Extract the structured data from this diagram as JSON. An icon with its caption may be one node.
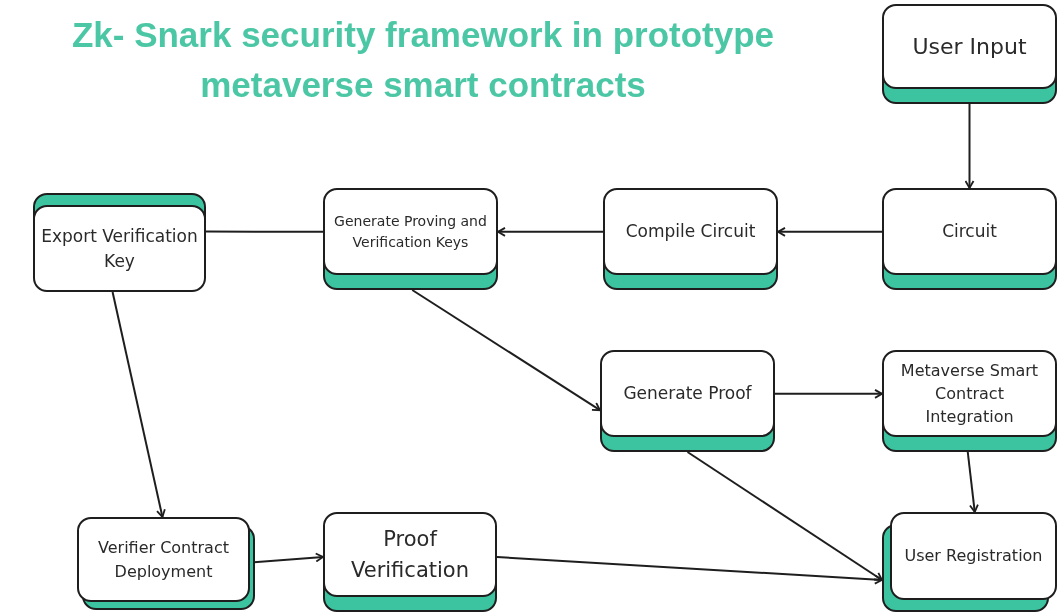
{
  "diagram": {
    "title": "Zk- Snark security framework in prototype metaverse smart contracts",
    "nodes": [
      {
        "text": [
          "User Input"
        ]
      },
      {
        "text": [
          "Export Verification Key"
        ]
      },
      {
        "text": [
          "Generate Proving and Verification Keys"
        ]
      },
      {
        "text": [
          "Compile Circuit"
        ]
      },
      {
        "text": [
          "Circuit"
        ]
      },
      {
        "text": [
          "Generate Proof"
        ]
      },
      {
        "text": [
          "Metaverse Smart Contract Integration"
        ]
      },
      {
        "text": [
          "Verifier Contract Deployment"
        ]
      },
      {
        "text": [
          "Proof Verification"
        ]
      },
      {
        "text": [
          "User Registration"
        ]
      }
    ],
    "edges": [
      {
        "from": 0,
        "to": 4,
        "arrow": "to"
      },
      {
        "from": 4,
        "to": 3,
        "arrow": "to"
      },
      {
        "from": 3,
        "to": 2,
        "arrow": "to"
      },
      {
        "from": 2,
        "to": 1,
        "arrow": "none"
      },
      {
        "from": 1,
        "to": 7,
        "arrow": "to"
      },
      {
        "from": 2,
        "to": 5,
        "arrow": "to"
      },
      {
        "from": 5,
        "to": 6,
        "arrow": "to"
      },
      {
        "from": 6,
        "to": 9,
        "arrow": "to"
      },
      {
        "from": 5,
        "to": 9,
        "arrow": "to"
      },
      {
        "from": 7,
        "to": 8,
        "arrow": "to"
      },
      {
        "from": 8,
        "to": 9,
        "arrow": "to"
      }
    ]
  }
}
